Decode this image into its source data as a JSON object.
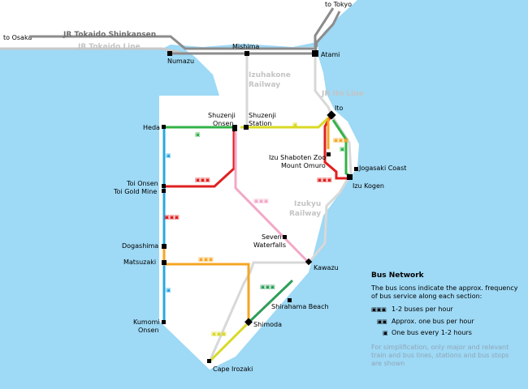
{
  "colors": {
    "sea": "#9ed9f5",
    "land": "#ffffff",
    "jr_line": "#8c8c8c",
    "private_rail": "#d8d8d8",
    "bus_green": "#33b347",
    "bus_yellow": "#d9d926",
    "bus_red": "#e02020",
    "bus_orange": "#f5a623",
    "bus_pink": "#f2a8c8",
    "bus_blue": "#27a8e0",
    "bus_darkgreen": "#2e9e5a",
    "station": "#000000"
  },
  "directions": {
    "to_tokyo": "to Tokyo",
    "to_osaka": "to Osaka"
  },
  "rail_lines": {
    "shinkansen": "JR Tokaido Shinkansen",
    "tokaido": "JR Tokaido Line",
    "izuhakone_1": "Izuhakone",
    "izuhakone_2": "Railway",
    "ito_line": "JR Ito Line",
    "izukyu_1": "Izukyu",
    "izukyu_2": "Railway"
  },
  "stations": {
    "numazu": "Numazu",
    "mishima": "Mishima",
    "atami": "Atami",
    "ito": "Ito",
    "shuzenji_onsen_1": "Shuzenji",
    "shuzenji_onsen_2": "Onsen",
    "shuzenji_station_1": "Shuzenji",
    "shuzenji_station_2": "Station",
    "heda": "Heda",
    "izu_shaboten_zoo": "Izu Shaboten Zoo",
    "mount_omuro": "Mount Omuro",
    "jogasaki_coast": "Jogasaki Coast",
    "izu_kogen": "Izu Kogen",
    "toi_onsen": "Toi Onsen",
    "toi_gold_mine": "Toi Gold Mine",
    "seven_waterfalls_1": "Seven",
    "seven_waterfalls_2": "Waterfalls",
    "dogashima": "Dogashima",
    "matsuzaki": "Matsuzaki",
    "kawazu": "Kawazu",
    "shirahama_beach": "Shirahama Beach",
    "kumomi_onsen_1": "Kumomi",
    "kumomi_onsen_2": "Onsen",
    "shimoda": "Shimoda",
    "cape_irozaki": "Cape Irozaki"
  },
  "bus_icons": {
    "one": "▣",
    "two": "▣▣",
    "three": "▣▣▣"
  },
  "legend": {
    "title": "Bus Network",
    "description_1": "The bus icons indicate the approx. frequency",
    "description_2": "of bus service along each section:",
    "items": [
      {
        "icon": "bus-three-icon",
        "label": "1-2 buses per hour"
      },
      {
        "icon": "bus-two-icon",
        "label": "Approx. one bus per hour"
      },
      {
        "icon": "bus-one-icon",
        "label": "One bus every 1-2 hours"
      }
    ],
    "note_1": "For simplification, only major and relevant",
    "note_2": "train and bus lines, stations and bus stops",
    "note_3": "are shown"
  }
}
